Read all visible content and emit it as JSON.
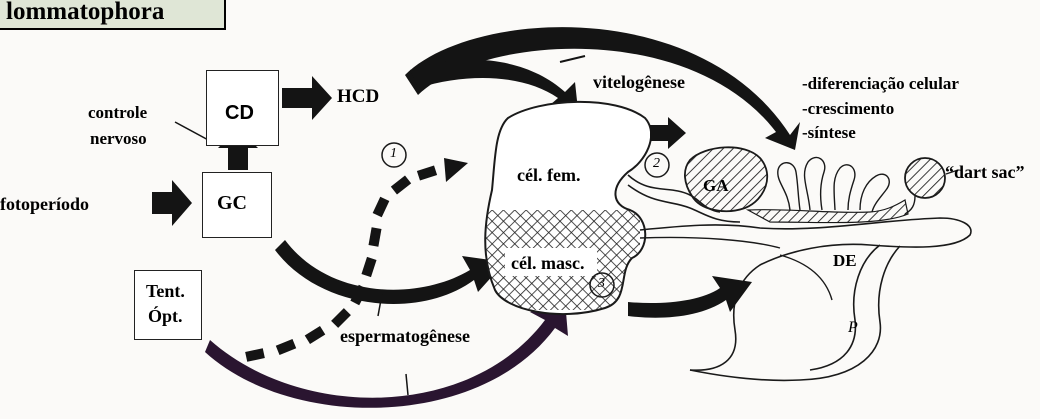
{
  "title": "lommatophora",
  "boxes": {
    "cd": "CD",
    "gc": "GC",
    "tent_line1": "Tent.",
    "tent_line2": "Ópt."
  },
  "labels": {
    "hcd": "HCD",
    "controle_line1": "controle",
    "controle_line2": "nervoso",
    "fotoperiodo": "fotoperíodo",
    "vitelogenese": "vitelogênese",
    "espermatogenese": "espermatogênese",
    "cel_fem": "cél. fem.",
    "cel_masc": "cél. masc.",
    "ga": "GA",
    "de": "DE",
    "p": "P",
    "dart_sac": "“dart sac”",
    "step1": "1",
    "step2": "2",
    "step3": "3"
  },
  "effects": [
    "-diferenciação celular",
    "-crescimento",
    "-síntese"
  ],
  "colors": {
    "title_bg": "#dfe6d6",
    "arrow": "#141414",
    "arrow_purple": "#2a1530",
    "hatch": "#222222",
    "paper": "#fbfaf8"
  }
}
